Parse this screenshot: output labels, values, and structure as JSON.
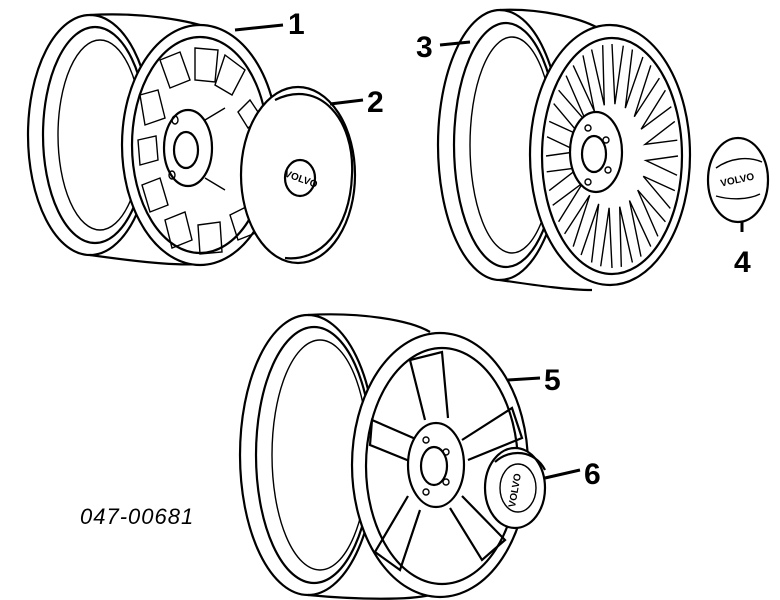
{
  "callouts": {
    "c1": "1",
    "c2": "2",
    "c3": "3",
    "c4": "4",
    "c5": "5",
    "c6": "6"
  },
  "part_number": "047-00681",
  "logo_text": "VOLVO",
  "colors": {
    "line": "#000000",
    "background": "#ffffff"
  }
}
